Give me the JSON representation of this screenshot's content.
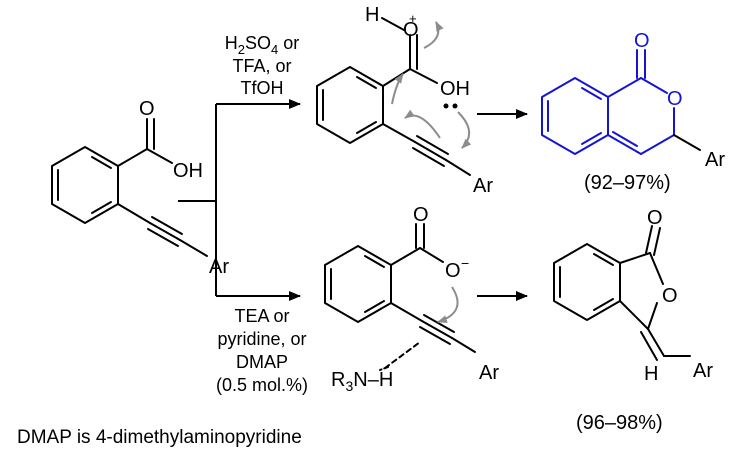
{
  "scheme": {
    "top_conditions": [
      "H2SO4 or",
      "TFA, or",
      "TfOH"
    ],
    "bottom_conditions": [
      "TEA or",
      "pyridine, or",
      "DMAP",
      "(0.5 mol.%)"
    ],
    "footnote": "DMAP is 4-dimethylaminopyridine",
    "yield_top": "(92–97%)",
    "yield_bottom": "(96–98%)"
  },
  "start": {
    "O": "O",
    "OH": "OH",
    "Ar": "Ar"
  },
  "inter_top": {
    "H": "H",
    "plus": "+",
    "O": "O",
    "OH": "OH",
    "Ar": "Ar"
  },
  "inter_bottom": {
    "O": "O",
    "Ominus": "O",
    "minus": "−",
    "base": "R3N–H",
    "Ar": "Ar"
  },
  "prod_top": {
    "O_carbonyl": "O",
    "O_ring": "O",
    "Ar": "Ar"
  },
  "prod_bottom": {
    "O_carbonyl": "O",
    "O_ring": "O",
    "H": "H",
    "Ar": "Ar"
  },
  "colors": {
    "highlight": "#1414d2",
    "curly_arrow": "#8c8c8c"
  },
  "icons": {
    "reaction_arrow": "arrow-right",
    "electron_push": "curved-arrow"
  }
}
